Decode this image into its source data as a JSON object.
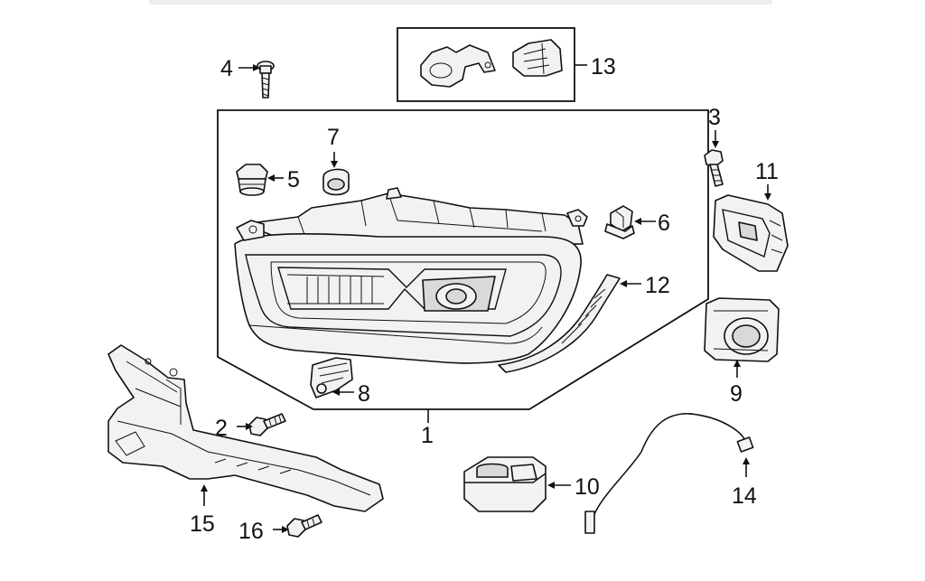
{
  "diagram": {
    "callouts": {
      "c1": "1",
      "c2": "2",
      "c3": "3",
      "c4": "4",
      "c5": "5",
      "c6": "6",
      "c7": "7",
      "c8": "8",
      "c9": "9",
      "c10": "10",
      "c11": "11",
      "c12": "12",
      "c13": "13",
      "c14": "14",
      "c15": "15",
      "c16": "16"
    },
    "colors": {
      "line": "#111111",
      "fill": "#f2f2f2",
      "background": "#ffffff",
      "top_bar": "#eeeeee"
    }
  }
}
